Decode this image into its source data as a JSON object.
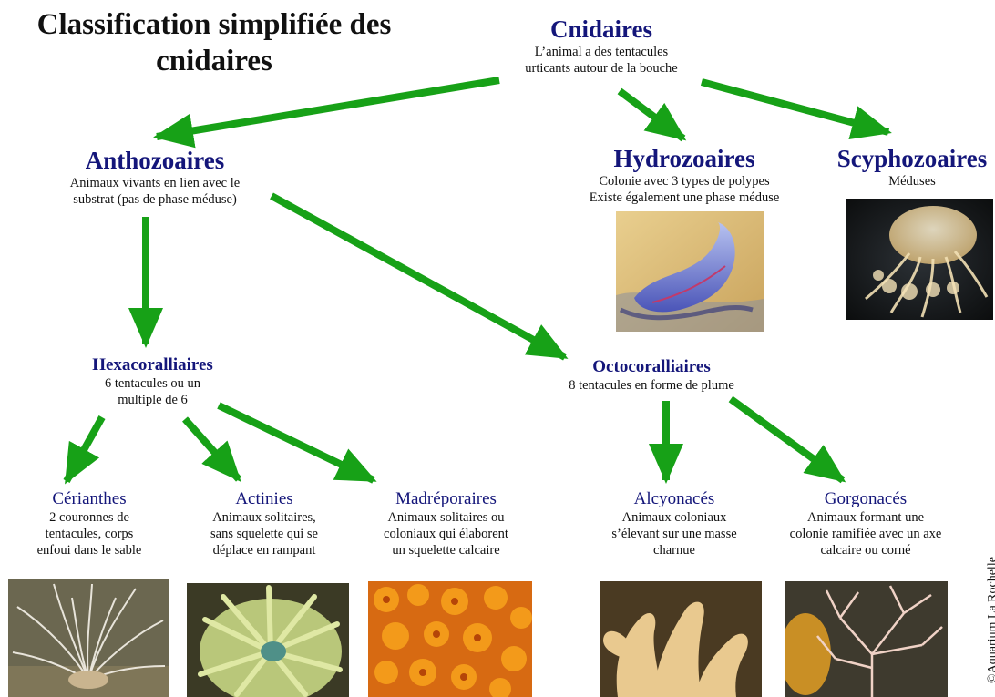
{
  "title": "Classification simplifiée des cnidaires",
  "root": {
    "name": "Cnidaires",
    "desc_lines": [
      "L’animal a des tentacules",
      "urticants autour de la bouche"
    ]
  },
  "classes": {
    "anthozoaires": {
      "name": "Anthozoaires",
      "desc_lines": [
        "Animaux vivants en lien avec le",
        "substrat (pas de phase méduse)"
      ]
    },
    "hydrozoaires": {
      "name": "Hydrozoaires",
      "desc_lines": [
        "Colonie avec 3 types de polypes",
        "Existe également une phase méduse"
      ]
    },
    "scyphozoaires": {
      "name": "Scyphozoaires",
      "desc_lines": [
        "Méduses"
      ]
    }
  },
  "subclasses": {
    "hexacoralliaires": {
      "name": "Hexacoralliaires",
      "desc_lines": [
        "6 tentacules ou un",
        "multiple de 6"
      ]
    },
    "octocoralliaires": {
      "name": "Octocoralliaires",
      "desc_lines": [
        "8 tentacules en forme de plume"
      ]
    }
  },
  "orders": {
    "cerianthes": {
      "name": "Cérianthes",
      "desc_lines": [
        "2 couronnes de",
        "tentacules, corps",
        "enfoui dans le sable"
      ]
    },
    "actinies": {
      "name": "Actinies",
      "desc_lines": [
        "Animaux solitaires,",
        "sans squelette qui se",
        "déplace en rampant"
      ]
    },
    "madreporaires": {
      "name": "Madréporaires",
      "desc_lines": [
        "Animaux solitaires ou",
        "coloniaux qui élaborent",
        "un squelette calcaire"
      ]
    },
    "alcyonaces": {
      "name": "Alcyonacés",
      "desc_lines": [
        "Animaux coloniaux",
        "s’élevant sur une masse",
        "charnue"
      ]
    },
    "gorgonaces": {
      "name": "Gorgonacés",
      "desc_lines": [
        "Animaux formant une",
        "colonie ramifiée avec un axe",
        "calcaire ou corné"
      ]
    }
  },
  "credit": "©Aquarium La Rochelle",
  "colors": {
    "arrow": "#17a117",
    "heading": "#14167a"
  }
}
